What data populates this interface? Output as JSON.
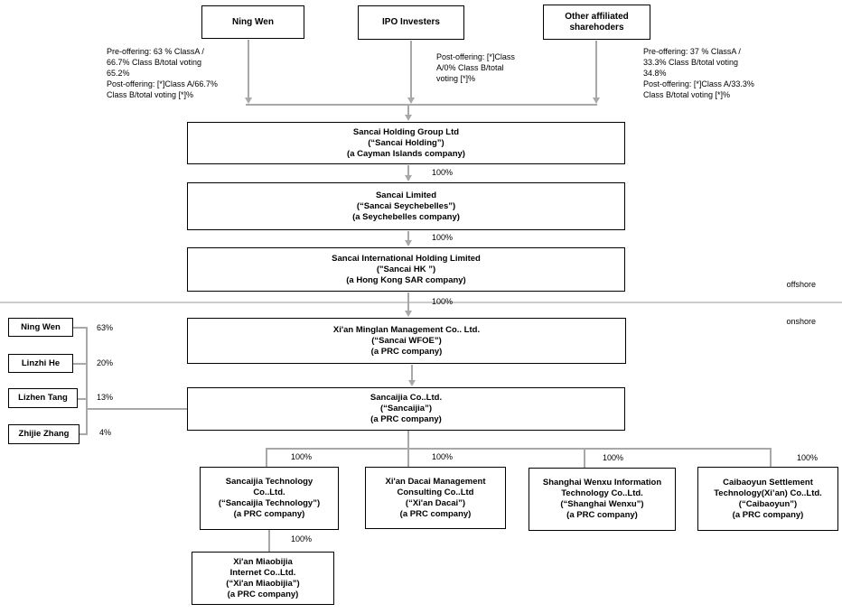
{
  "top_row": {
    "ning_wen": {
      "label": "Ning Wen"
    },
    "ipo_investors": {
      "label": "IPO Investers"
    },
    "other_affiliated": {
      "line1": "Other affiliated",
      "line2": "sharehoders"
    }
  },
  "annotations": {
    "ning_wen_note": {
      "l1": "Pre-offering: 63 % ClassA /",
      "l2": "66.7% Class B/total voting",
      "l3": "65.2%",
      "l4": "Post-offering: [*]Class A/66.7%",
      "l5": "Class B/total voting [*]%"
    },
    "ipo_note": {
      "l1": "Post-offering: [*]Class",
      "l2": "A/0% Class B/total",
      "l3": "voting [*]%"
    },
    "other_note": {
      "l1": "Pre-offering: 37 % ClassA /",
      "l2": "33.3% Class B/total voting",
      "l3": "34.8%",
      "l4": "Post-offering: [*]Class A/33.3%",
      "l5": "Class B/total voting [*]%"
    }
  },
  "chain": {
    "sancai_holding": {
      "l1": "Sancai Holding Group Ltd",
      "l2": "(“Sancai Holding”)",
      "l3": "(a Cayman Islands company)"
    },
    "sancai_limited": {
      "l1": "Sancai Limited",
      "l2": "(“Sancai Seychebelles”)",
      "l3": "(a Seychebelles company)"
    },
    "sancai_hk": {
      "l1": "Sancai International Holding Limited",
      "l2": "(\"Sancai HK ”)",
      "l3": "(a Hong Kong SAR company)"
    },
    "sancai_wfoe": {
      "l1": "Xi'an Minglan Management Co.. Ltd.",
      "l2": "(“Sancai WFOE”)",
      "l3": "(a PRC company)"
    },
    "sancaijia": {
      "l1": "Sancaijia Co..Ltd.",
      "l2": "(“Sancaijia”)",
      "l3": "(a PRC company)"
    }
  },
  "region_labels": {
    "offshore": "offshore",
    "onshore": "onshore"
  },
  "shareholders": {
    "ning_wen": "Ning Wen",
    "linzhi_he": "Linzhi He",
    "lizhen_tang": "Lizhen Tang",
    "zhijie_zhang": "Zhijie Zhang"
  },
  "ownership": {
    "pct_100": "100%",
    "ning_wen_pct": "63%",
    "linzhi_he_pct": "20%",
    "lizhen_tang_pct": "13%",
    "zhijie_zhang_pct": "4%"
  },
  "subsidiaries": {
    "sancaijia_technology": {
      "l1": "Sancaijia Technology",
      "l2": "Co..Ltd.",
      "l3": "(“Sancaijia Technology”)",
      "l4": "(a PRC company)"
    },
    "xian_dacai": {
      "l1": "Xi'an Dacai Management",
      "l2": "Consulting Co..Ltd",
      "l3": "(“Xi'an Dacai”)",
      "l4": "(a PRC company)"
    },
    "shanghai_wenxu": {
      "l1": "Shanghai Wenxu Information",
      "l2": "Technology Co..Ltd.",
      "l3": "(“Shanghai Wenxu”)",
      "l4": "(a PRC company)"
    },
    "caibaoyun": {
      "l1": "Caibaoyun Settlement",
      "l2": "Technology(Xi’an) Co..Ltd.",
      "l3": "(“Caibaoyun”)",
      "l4": "(a PRC company)"
    },
    "xian_miaobijia": {
      "l1": "Xi'an Miaobijia",
      "l2": "Internet Co..Ltd.",
      "l3": "(“Xi'an Miaobijia”)",
      "l4": "(a PRC company)"
    }
  },
  "colors": {
    "connector_gray": "#a8a8a8",
    "divider_gray": "#cccccc",
    "box_border": "#000000"
  }
}
